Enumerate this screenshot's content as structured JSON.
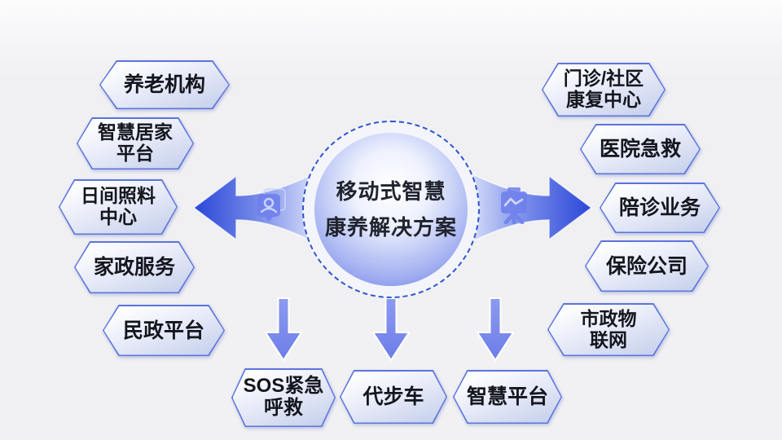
{
  "center": {
    "label": "移动式智慧\n康养解决方案"
  },
  "nodes": {
    "left": [
      {
        "label": "养老机构"
      },
      {
        "label": "智慧居家\n平台"
      },
      {
        "label": "日间照料\n中心"
      },
      {
        "label": "家政服务"
      },
      {
        "label": "民政平台"
      }
    ],
    "right": [
      {
        "label": "门诊/社区\n康复中心"
      },
      {
        "label": "医院急救"
      },
      {
        "label": "陪诊业务"
      },
      {
        "label": "保险公司"
      },
      {
        "label": "市政物\n联网"
      }
    ],
    "bottom": [
      {
        "label": "SOS紧急\n呼救"
      },
      {
        "label": "代步车"
      },
      {
        "label": "智慧平台"
      }
    ]
  },
  "icons": {
    "left_arrow": "contact-card-icon",
    "right_arrow": "presentation-board-icon"
  },
  "colors": {
    "background": "#f1f1f3",
    "node_border": "#5b74dd",
    "node_fill_top": "#ffffff",
    "node_fill_bottom": "#c3cdeb",
    "node_text": "#14161d",
    "ring_dash": "#2f55cc",
    "sphere_edge": "#6376e6",
    "arrow_dark": "#2a46d8",
    "arrow_light": "#eff2fd",
    "down_arrow": "#7b8ae9"
  }
}
